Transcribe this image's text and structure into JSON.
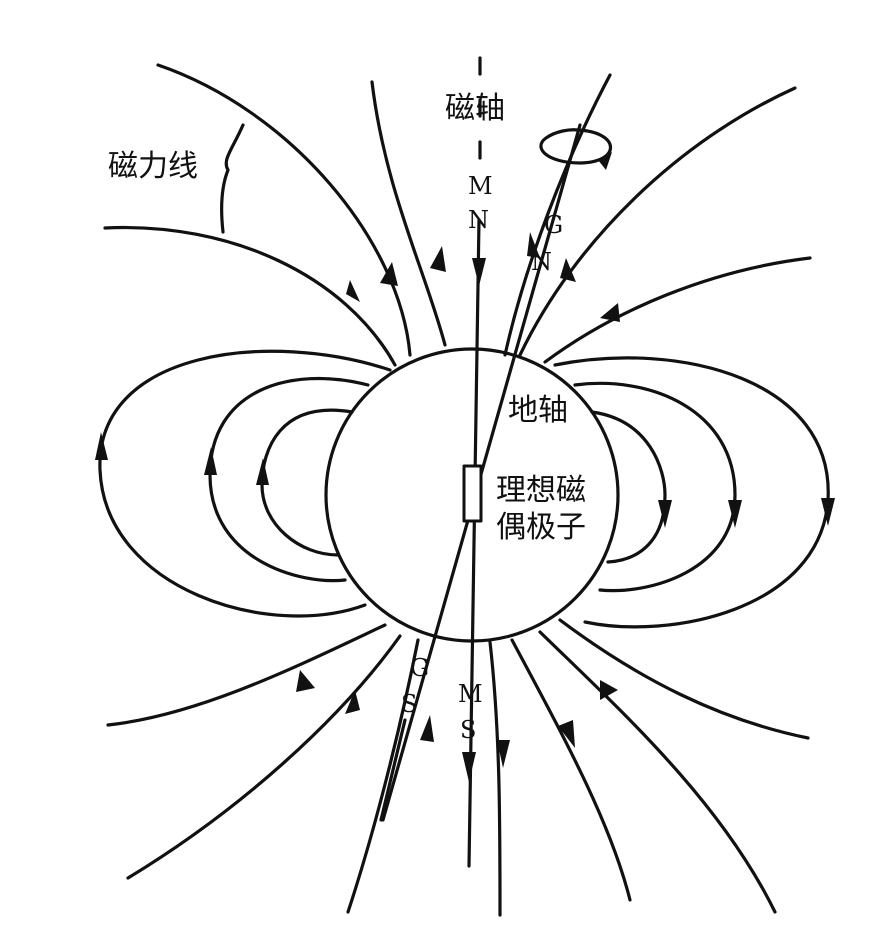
{
  "labels": {
    "field_lines": "磁力线",
    "magnetic_axis": "磁轴",
    "earth_axis": "地轴",
    "dipole_line1": "理想磁",
    "dipole_line2": "偶极子",
    "mag_north": [
      "M",
      "N"
    ],
    "geo_north": [
      "G",
      "N"
    ],
    "geo_south": [
      "G",
      "S"
    ],
    "mag_south": [
      "M",
      "S"
    ]
  },
  "colors": {
    "ink": "#111111",
    "background": "#ffffff"
  }
}
